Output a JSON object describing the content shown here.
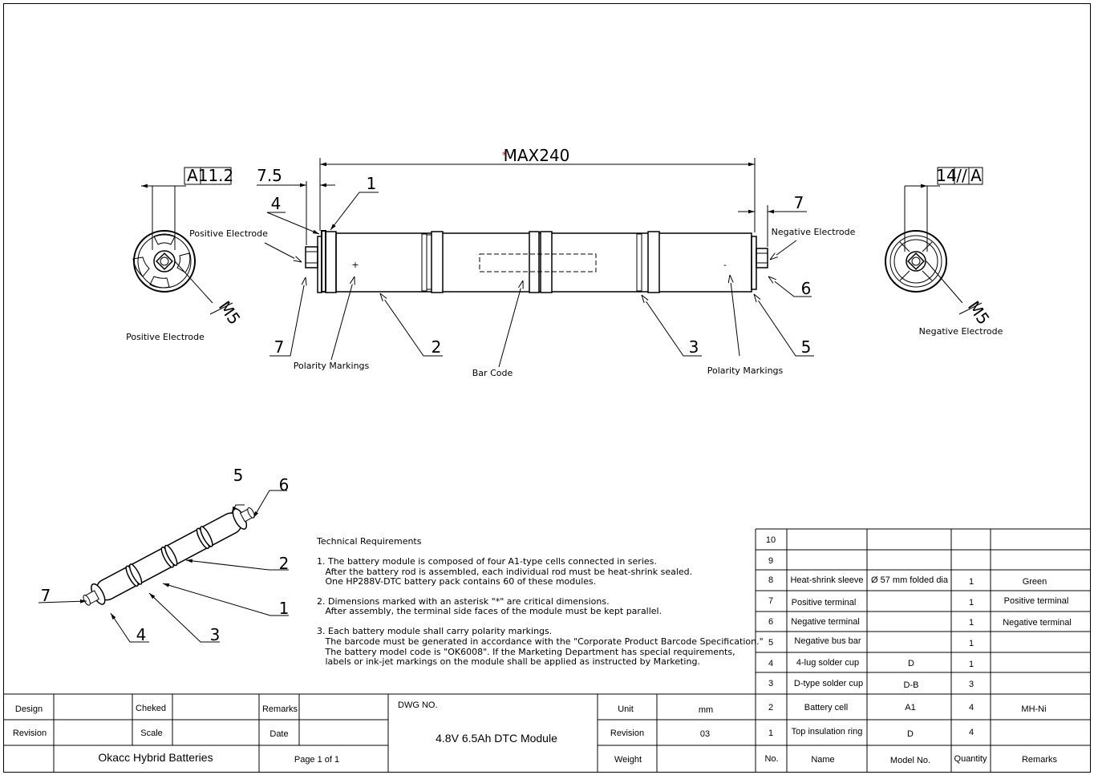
{
  "drawing": {
    "dims": {
      "overall": "MAX240",
      "star": "*",
      "left_offset": "7.5",
      "right_offset": "7",
      "tol_left_datum": "A",
      "tol_left_value": "11.2",
      "tol_right_value": "14",
      "tol_right_symbol": "//",
      "tol_right_datum": "A",
      "thread_left": "M5",
      "thread_right": "M5"
    },
    "labels": {
      "positive_electrode_top": "Positive Electrode",
      "positive_electrode_view": "Positive Electrode",
      "negative_electrode_top": "Negative Electrode",
      "negative_electrode_view": "Negative Electrode",
      "polarity_left": "Polarity Markings",
      "polarity_right": "Polarity Markings",
      "bar_code": "Bar Code",
      "plus": "+",
      "minus": "-"
    },
    "balloons": {
      "b1": "1",
      "b2": "2",
      "b3": "3",
      "b4": "4",
      "b5": "5",
      "b6": "6",
      "b7": "7"
    },
    "iso_balloons": {
      "b1": "1",
      "b2": "2",
      "b3": "3",
      "b4": "4",
      "b5": "5",
      "b6": "6",
      "b7": "7"
    }
  },
  "requirements": {
    "title": "Technical Requirements",
    "lines": [
      "1. The battery module is composed of four A1-type cells connected in series.",
      "   After the battery rod is assembled, each individual rod must be heat-shrink sealed.",
      "   One HP288V-DTC battery pack contains 60 of these modules.",
      "2. Dimensions marked with an asterisk \"*\" are critical dimensions.",
      "   After assembly, the terminal side faces of the module must be kept parallel.",
      "3. Each battery module shall carry polarity markings.",
      "   The barcode must be generated in accordance with the \"Corporate Product Barcode Specification.\"",
      "   The battery model code is \"OK6008\". If the Marketing Department has special requirements,",
      "   labels or ink-jet markings on the module shall be applied as instructed by Marketing."
    ]
  },
  "bom": {
    "rows": [
      {
        "no": "10",
        "name": "",
        "model": "",
        "qty": "",
        "remarks": ""
      },
      {
        "no": "9",
        "name": "",
        "model": "",
        "qty": "",
        "remarks": ""
      },
      {
        "no": "8",
        "name": "Heat-shrink sleeve",
        "model": "Ø 57 mm folded dia",
        "qty": "1",
        "remarks": "Green"
      },
      {
        "no": "7",
        "name": "Positive terminal",
        "model": "",
        "qty": "1",
        "remarks": "Positive terminal"
      },
      {
        "no": "6",
        "name": "Negative terminal",
        "model": "",
        "qty": "1",
        "remarks": "Negative terminal"
      },
      {
        "no": "5",
        "name": "Negative bus bar",
        "model": "",
        "qty": "1",
        "remarks": ""
      },
      {
        "no": "4",
        "name": "4-lug solder cup",
        "model": "D",
        "qty": "1",
        "remarks": ""
      },
      {
        "no": "3",
        "name": "D-type solder cup",
        "model": "D-B",
        "qty": "3",
        "remarks": ""
      },
      {
        "no": "2",
        "name": "Battery cell",
        "model": "A1",
        "qty": "4",
        "remarks": "MH-Ni"
      },
      {
        "no": "1",
        "name": "Top insulation ring",
        "model": "D",
        "qty": "4",
        "remarks": ""
      }
    ],
    "header": {
      "no": "No.",
      "name": "Name",
      "model": "Model No.",
      "qty": "Quantity",
      "remarks": "Remarks"
    }
  },
  "title_block": {
    "design": "Design",
    "checked": "Cheked",
    "remarks": "Remarks",
    "revision_label": "Revision",
    "scale": "Scale",
    "date": "Date",
    "company": "Okacc Hybrid Batteries",
    "page": "Page 1 of 1",
    "dwg_no": "DWG NO.",
    "drawing_title": "4.8V 6.5Ah DTC Module",
    "unit_label": "Unit",
    "unit_value": "mm",
    "revision_label2": "Revision",
    "revision_value": "03",
    "weight_label": "Weight"
  }
}
